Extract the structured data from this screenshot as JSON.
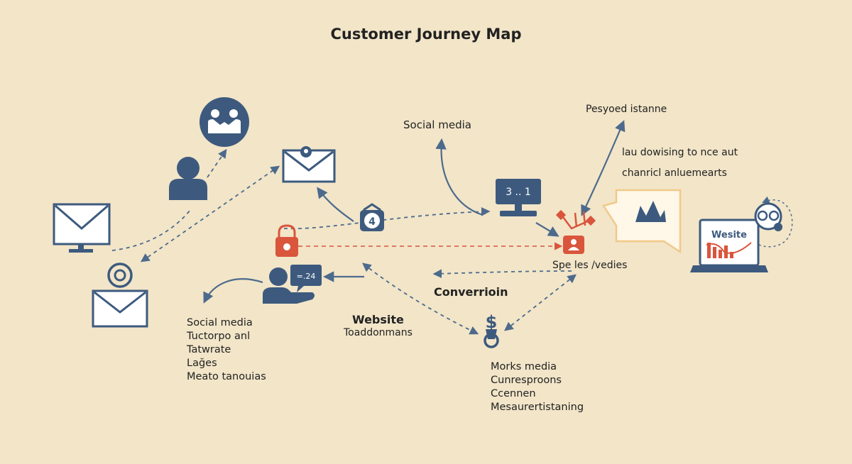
{
  "title": "Customer Journey Map",
  "labels": {
    "social_media_top": "Social media",
    "personalized": "Pesyoed istanne",
    "note_line1": "lau dowising to nce aut",
    "note_line2": "chanricl anluemearts",
    "sales": "Spe les /vedies",
    "conversion": "Converrioin",
    "website": "Website",
    "website_sub": "Toaddonmans"
  },
  "left_list": [
    "Social media",
    "Tuctorpo anl",
    "Tatwrate",
    "Lağes",
    "Meato tanouias"
  ],
  "bottom_list": [
    "Morks media",
    "Cunresproons",
    "Ccennen",
    "Mesaurertistaning"
  ],
  "icon_texts": {
    "monitor": "3 .. 1",
    "tag": "4",
    "chat": "=.24",
    "laptop": "Wesite"
  },
  "colors": {
    "background": "#f2e5c8",
    "navy": "#3d5a7e",
    "accent": "#d9553c",
    "arrow": "#4c6a8c",
    "white": "#ffffff"
  },
  "icons": [
    "envelope-monitor-icon",
    "person-icon",
    "handshake-icon",
    "mail-location-icon",
    "email-icon",
    "lock-icon",
    "tag-icon",
    "support-agent-icon",
    "monitor-icon",
    "dollar-icon",
    "funnel-icon",
    "chart-card-icon",
    "laptop-website-icon",
    "gear-icon"
  ]
}
